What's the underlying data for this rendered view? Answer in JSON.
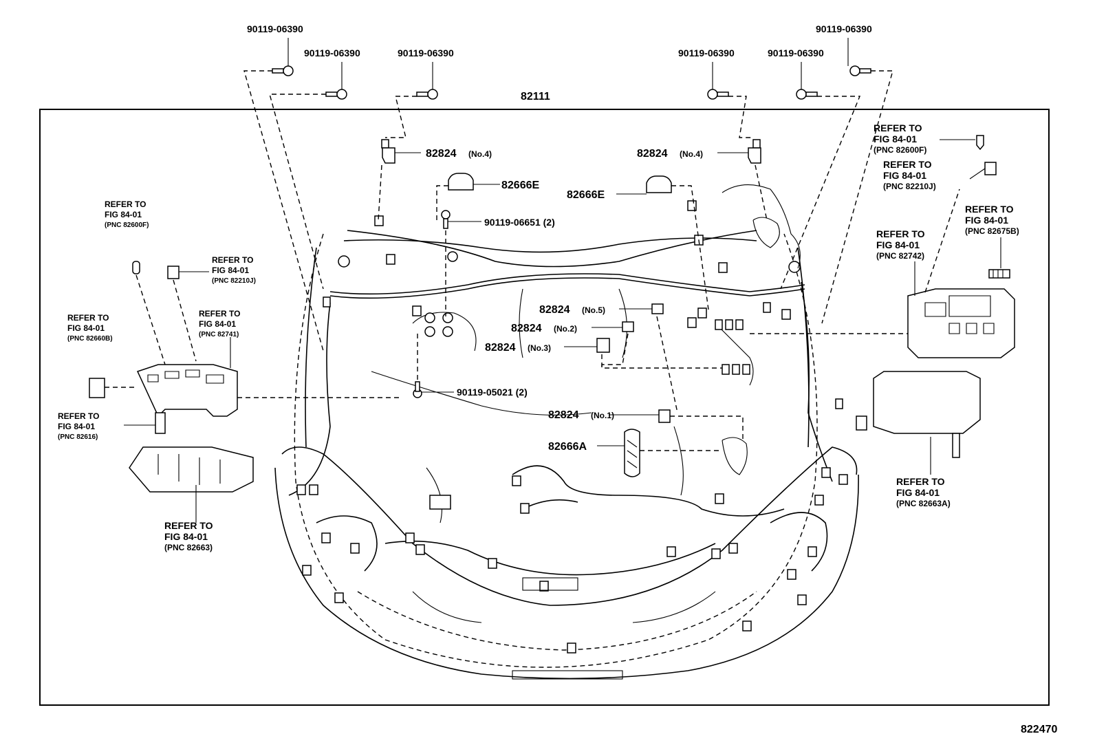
{
  "diagram": {
    "main_part": "82111",
    "figure_id": "822470",
    "bolt": "90119-06390",
    "clamp_no4_left": "82824",
    "clamp_no4_left_tag": "(No.4)",
    "clamp_no4_right": "82824",
    "clamp_no4_right_tag": "(No.4)",
    "clamp_no5": "82824",
    "clamp_no5_tag": "(No.5)",
    "clamp_no2": "82824",
    "clamp_no2_tag": "(No.2)",
    "clamp_no3": "82824",
    "clamp_no3_tag": "(No.3)",
    "clamp_no1": "82824",
    "clamp_no1_tag": "(No.1)",
    "cover_e_top": "82666E",
    "cover_e_mid": "82666E",
    "cover_a": "82666A",
    "bolt_06651": "90119-06651 (2)",
    "bolt_05021": "90119-05021 (2)"
  },
  "references": {
    "ref_82600f_left": [
      "REFER TO",
      "FIG 84-01",
      "(PNC 82600F)"
    ],
    "ref_82210j_left": [
      "REFER TO",
      "FIG 84-01",
      "(PNC 82210J)"
    ],
    "ref_82660b": [
      "REFER TO",
      "FIG 84-01",
      "(PNC 82660B)"
    ],
    "ref_82741": [
      "REFER TO",
      "FIG 84-01",
      "(PNC 82741)"
    ],
    "ref_82616": [
      "REFER TO",
      "FIG 84-01",
      "(PNC 82616)"
    ],
    "ref_82663": [
      "REFER TO",
      "FIG 84-01",
      "(PNC 82663)"
    ],
    "ref_82600f_right": [
      "REFER TO",
      "FIG 84-01",
      "(PNC 82600F)"
    ],
    "ref_82210j_right": [
      "REFER TO",
      "FIG 84-01",
      "(PNC 82210J)"
    ],
    "ref_82675b": [
      "REFER TO",
      "FIG 84-01",
      "(PNC 82675B)"
    ],
    "ref_82742": [
      "REFER TO",
      "FIG 84-01",
      "(PNC 82742)"
    ],
    "ref_82663a": [
      "REFER TO",
      "FIG 84-01",
      "(PNC 82663A)"
    ]
  }
}
